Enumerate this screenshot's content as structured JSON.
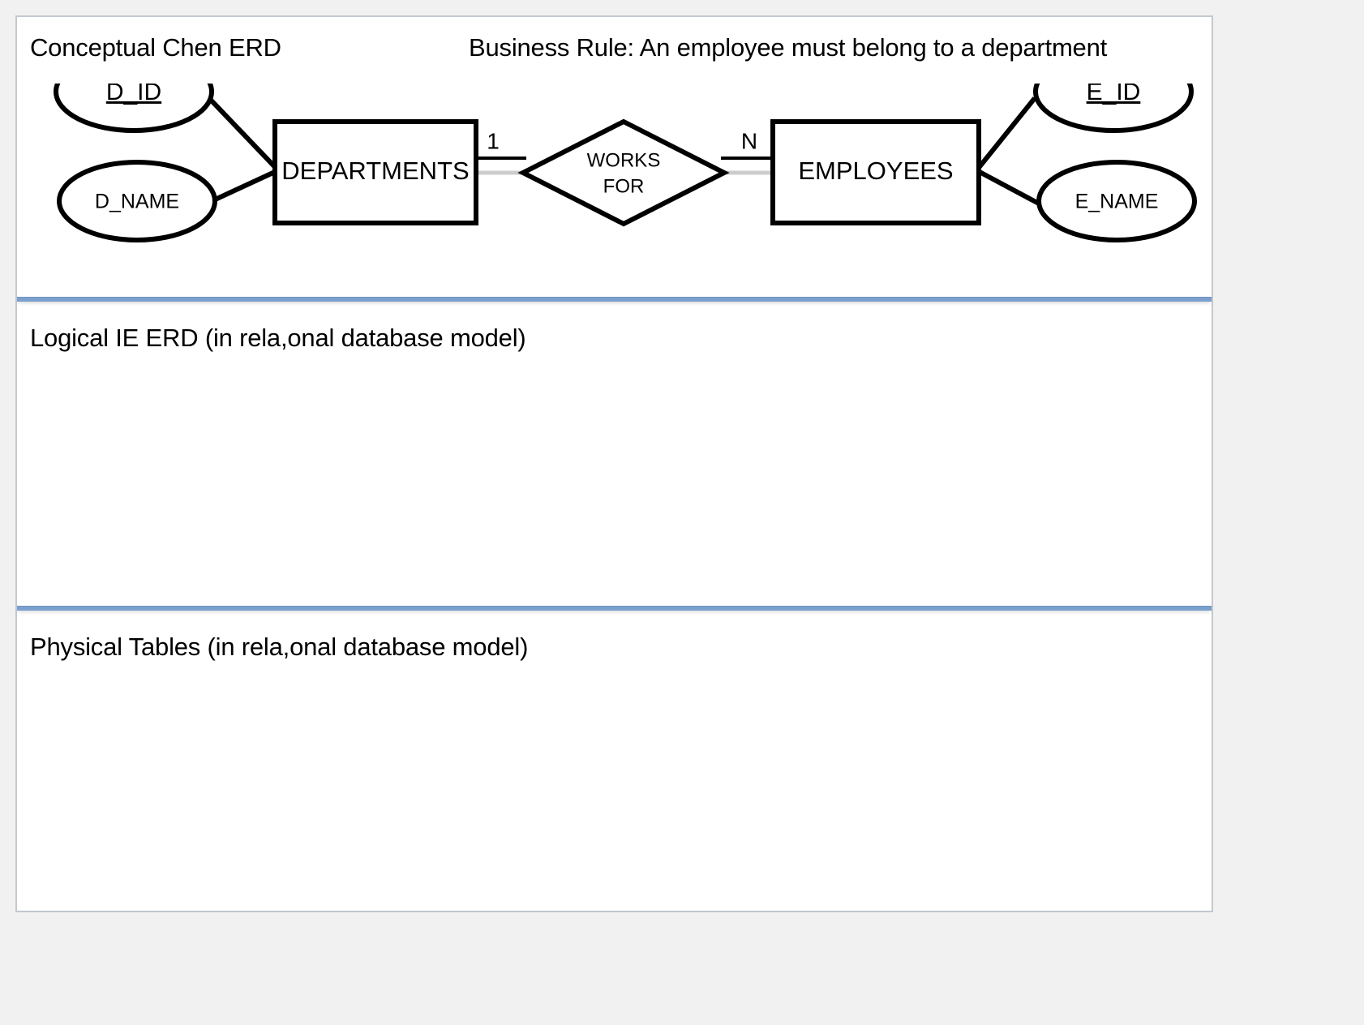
{
  "sections": {
    "conceptual": {
      "title": "Conceptual Chen ERD",
      "business_rule": "Business Rule: An employee must belong to a department"
    },
    "logical": {
      "title": "Logical IE ERD (in rela,onal database model)"
    },
    "physical": {
      "title": "Physical Tables (in rela,onal database model)"
    }
  },
  "erd": {
    "entities": [
      {
        "name": "DEPARTMENTS"
      },
      {
        "name": "EMPLOYEES"
      }
    ],
    "relationship": {
      "line1": "WORKS",
      "line2": "FOR"
    },
    "attributes": [
      {
        "name": "D_ID",
        "display": "D_ID",
        "entity": "DEPARTMENTS",
        "key": true
      },
      {
        "name": "D_NAME",
        "display": "D_NAME",
        "entity": "DEPARTMENTS",
        "key": false
      },
      {
        "name": "E_ID",
        "display": "E_ID",
        "entity": "EMPLOYEES",
        "key": true
      },
      {
        "name": "E_NAME",
        "display": "E_NAME",
        "entity": "EMPLOYEES",
        "key": false
      }
    ],
    "cardinality": {
      "departments_side": "1",
      "employees_side": "N"
    }
  },
  "colors": {
    "divider": "#7ba0ce",
    "card_border": "#c3c8d0",
    "page_background": "#f1f1f1",
    "shape_stroke": "#000000",
    "shape_fill": "#ffffff"
  }
}
